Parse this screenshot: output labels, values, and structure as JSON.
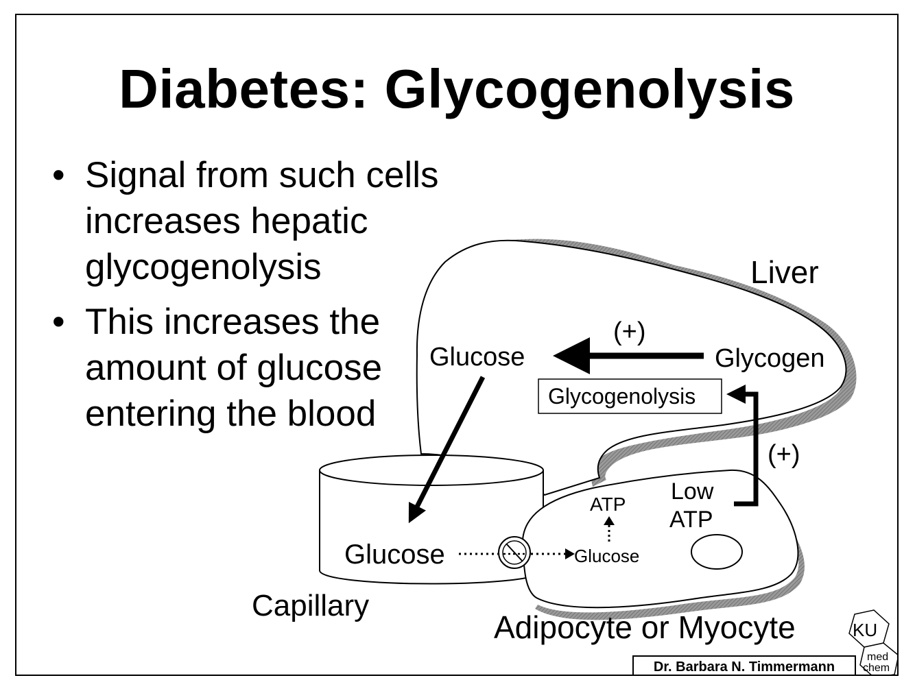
{
  "slide": {
    "title": "Diabetes: Glycogenolysis",
    "bullets": [
      {
        "lines": [
          "Signal from such cells",
          "increases hepatic",
          "glycogenolysis"
        ]
      },
      {
        "lines": [
          "This increases the",
          "amount of glucose",
          "entering the blood"
        ]
      }
    ]
  },
  "diagram": {
    "liver_label": "Liver",
    "liver_glucose": "Glucose",
    "glycogen": "Glycogen",
    "plus_top": "(+)",
    "glycogenolysis_box": "Glycogenolysis",
    "plus_right": "(+)",
    "low": "Low",
    "low_atp": "ATP",
    "atp": "ATP",
    "cell_glucose": "Glucose",
    "capillary_glucose": "Glucose",
    "capillary_label": "Capillary",
    "cell_label": "Adipocyte or Myocyte"
  },
  "footer": {
    "author": "Dr. Barbara N. Timmermann"
  },
  "logo": {
    "top": "KU",
    "bottom_line1": "med",
    "bottom_line2": "chem"
  }
}
